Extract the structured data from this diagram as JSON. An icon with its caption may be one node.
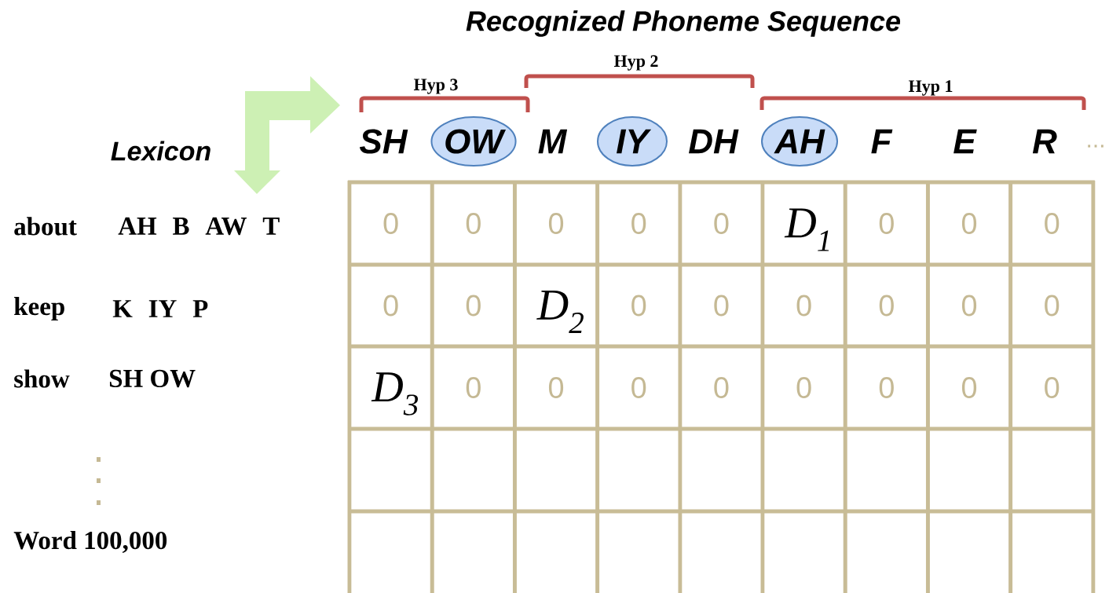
{
  "diagram": {
    "title": "Recognized Phoneme Sequence",
    "nodes": [
      {
        "text": [
          "OW"
        ]
      },
      {
        "text": [
          "IY"
        ]
      },
      {
        "text": [
          "AH"
        ]
      }
    ],
    "labels": [
      "Hyp 2",
      "Hyp 3",
      "Hyp 1",
      "Lexicon",
      "SH",
      "M",
      "DH",
      "F",
      "E",
      "R",
      "...",
      "about",
      "AH B AW T",
      "keep",
      "K IY P",
      "show",
      "SH OW",
      "Word 100,000",
      "0",
      "0",
      "0",
      "0",
      "0",
      "D$_{1}$",
      "0",
      "0",
      "0",
      "0",
      "0",
      "D$_{2}$",
      "0",
      "0",
      "0",
      "0",
      "0",
      "0",
      "D$_{3}$",
      "0",
      "0",
      "0",
      "0",
      "0",
      "0",
      "0",
      "0"
    ]
  }
}
